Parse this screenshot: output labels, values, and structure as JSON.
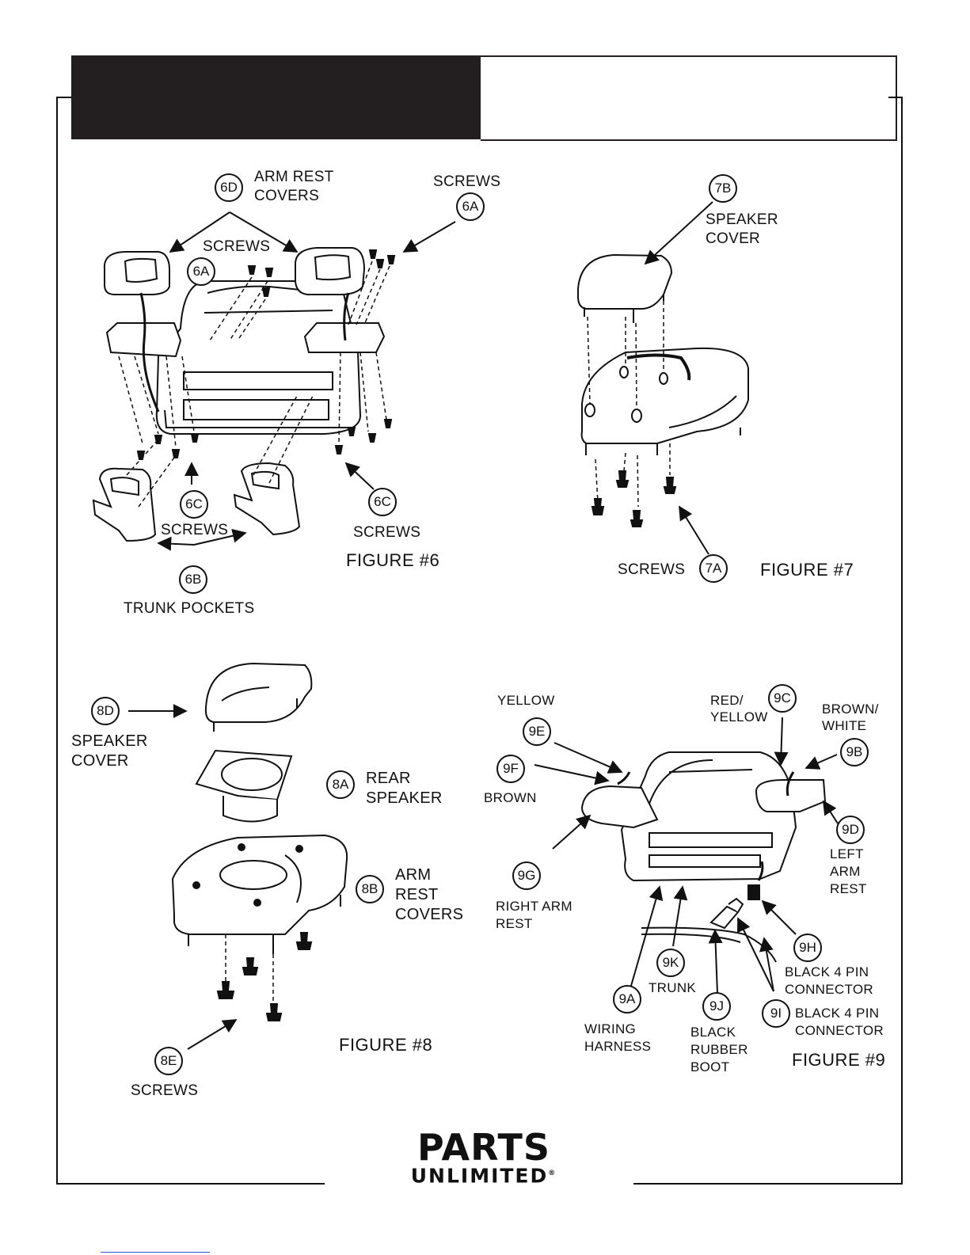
{
  "figure6": {
    "title": "FIGURE  #6",
    "callouts": {
      "c6D": "6D",
      "c6A_top": "6A",
      "c6A_mid": "6A",
      "c6C_left": "6C",
      "c6C_right": "6C",
      "c6B": "6B"
    },
    "labels": {
      "arm_rest_covers_1": "ARM REST",
      "arm_rest_covers_2": "COVERS",
      "screws_top": "SCREWS",
      "screws_mid": "SCREWS",
      "screws_left": "SCREWS",
      "screws_right": "SCREWS",
      "trunk_pockets": "TRUNK POCKETS"
    }
  },
  "figure7": {
    "title": "FIGURE  #7",
    "callouts": {
      "c7B": "7B",
      "c7A": "7A"
    },
    "labels": {
      "speaker_cover_1": "SPEAKER",
      "speaker_cover_2": "COVER",
      "screws": "SCREWS"
    }
  },
  "figure8": {
    "title": "FIGURE  #8",
    "callouts": {
      "c8D": "8D",
      "c8A": "8A",
      "c8B": "8B",
      "c8E": "8E"
    },
    "labels": {
      "speaker_cover_1": "SPEAKER",
      "speaker_cover_2": "COVER",
      "rear_speaker_1": "REAR",
      "rear_speaker_2": "SPEAKER",
      "arm_rest_covers_1": "ARM",
      "arm_rest_covers_2": "REST",
      "arm_rest_covers_3": "COVERS",
      "screws": "SCREWS"
    }
  },
  "figure9": {
    "title": "FIGURE  #9",
    "callouts": {
      "c9A": "9A",
      "c9B": "9B",
      "c9C": "9C",
      "c9D": "9D",
      "c9E": "9E",
      "c9F": "9F",
      "c9G": "9G",
      "c9H": "9H",
      "c9I": "9I",
      "c9J": "9J",
      "c9K": "9K"
    },
    "labels": {
      "yellow": "YELLOW",
      "red_yellow_1": "RED/",
      "red_yellow_2": "YELLOW",
      "brown_white_1": "BROWN/",
      "brown_white_2": "WHITE",
      "brown": "BROWN",
      "right_arm_rest_1": "RIGHT ARM",
      "right_arm_rest_2": "REST",
      "left_arm_rest_1": "LEFT",
      "left_arm_rest_2": "ARM",
      "left_arm_rest_3": "REST",
      "black_4pin_h_1": "BLACK 4 PIN",
      "black_4pin_h_2": "CONNECTOR",
      "black_4pin_i_1": "BLACK 4 PIN",
      "black_4pin_i_2": "CONNECTOR",
      "trunk": "TRUNK",
      "wiring_harness_1": "WIRING",
      "wiring_harness_2": "HARNESS",
      "black_rubber_boot_1": "BLACK",
      "black_rubber_boot_2": "RUBBER",
      "black_rubber_boot_3": "BOOT"
    }
  },
  "footer": {
    "logo_line1": "PARTS",
    "logo_line2": "UNLIMITED",
    "logo_mark": "®"
  }
}
